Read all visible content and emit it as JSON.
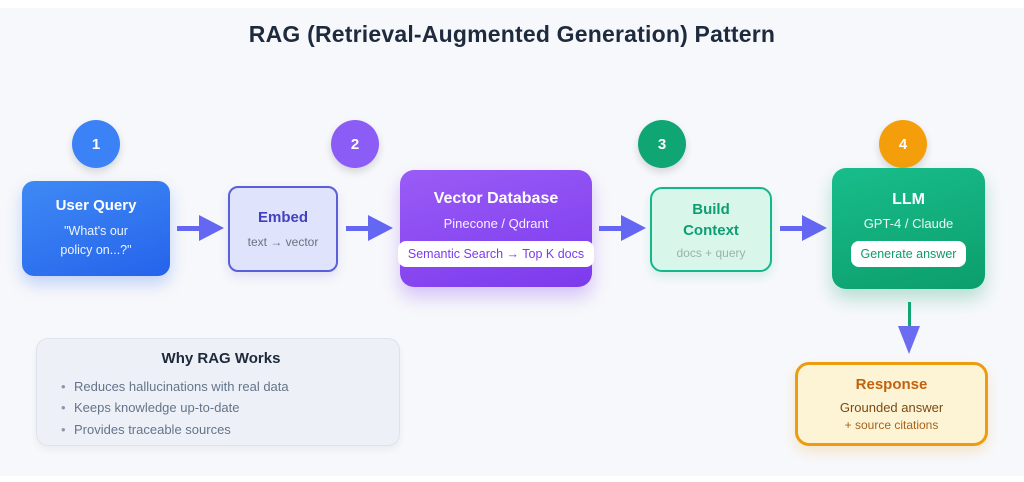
{
  "title": "RAG (Retrieval-Augmented Generation) Pattern",
  "badges": [
    {
      "label": "1",
      "color": "#3b82f6"
    },
    {
      "label": "2",
      "color": "#8b5cf6"
    },
    {
      "label": "3",
      "color": "#10a673"
    },
    {
      "label": "4",
      "color": "#f59e0b"
    }
  ],
  "nodes": {
    "user_query": {
      "title": "User Query",
      "subtitle_line1": "\"What's our",
      "subtitle_line2": "policy on...?\""
    },
    "embed": {
      "title": "Embed",
      "subtitle": "text → vector"
    },
    "vector_database": {
      "title": "Vector Database",
      "subtitle": "Pinecone / Qdrant",
      "pill": "Semantic Search → Top K docs"
    },
    "build_context": {
      "title_line1": "Build",
      "title_line2": "Context",
      "subtitle": "docs + query"
    },
    "llm": {
      "title": "LLM",
      "subtitle": "GPT-4 / Claude",
      "pill": "Generate answer"
    },
    "response": {
      "title": "Response",
      "subtitle_line1": "Grounded answer",
      "subtitle_line2": "+ source citations"
    }
  },
  "why_box": {
    "title": "Why RAG Works",
    "bullets": [
      "Reduces hallucinations with real data",
      "Keeps knowledge up-to-date",
      "Provides traceable sources"
    ]
  },
  "colors": {
    "arrow": "#6467f2",
    "down_arrow_stem": "#10a573",
    "down_arrow_head": "#6c6cf0",
    "step1_badge": "#3b82f6",
    "step2_badge": "#8b5cf6",
    "step3_badge": "#10a673",
    "step4_badge": "#f59e0b",
    "user_query_gradient_start": "#3f8af5",
    "user_query_gradient_end": "#2563eb",
    "embed_fill": "#dfe3fb",
    "embed_border": "#5c60d8",
    "vector_db_gradient_start": "#9a5cf6",
    "vector_db_gradient_end": "#7c3aed",
    "build_context_fill": "#d8f6e9",
    "build_context_border": "#14b789",
    "llm_gradient_start": "#18bd8b",
    "llm_gradient_end": "#0c9e6c",
    "response_fill": "#fdf4d6",
    "response_border": "#ec9c11",
    "title_text": "#1e2a3d",
    "panel_background": "#f7f8fb"
  }
}
